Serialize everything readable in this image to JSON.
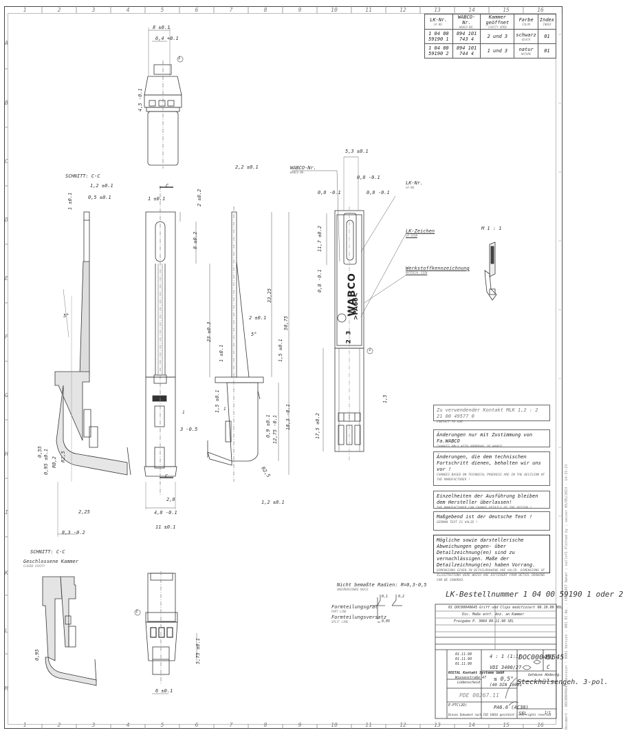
{
  "frame": {
    "columns": [
      "1",
      "2",
      "3",
      "4",
      "5",
      "6",
      "7",
      "8",
      "9",
      "10",
      "11",
      "12",
      "13",
      "14",
      "15",
      "16"
    ],
    "rows": [
      "A",
      "B",
      "C",
      "D",
      "E",
      "F",
      "G",
      "H",
      "I",
      "K",
      "L",
      "M"
    ]
  },
  "variant_table": {
    "headers": [
      {
        "label": "LK-Nr.",
        "sub": "LK-NO."
      },
      {
        "label": "WABCO-Nr.",
        "sub": "WABCO-NO."
      },
      {
        "label": "Kammer geöffnet",
        "sub": "CAVITY OPEN"
      },
      {
        "label": "Farbe",
        "sub": "COLOR"
      },
      {
        "label": "Index",
        "sub": "INDEX"
      }
    ],
    "rows": [
      {
        "lk": "1 04 00 59190 1",
        "wabco": "894 101 743 4",
        "kammer": "2 und 3",
        "farbe": "schwarz",
        "farbe_sub": "BLACK",
        "index": "01"
      },
      {
        "lk": "1 04 00 59190 2",
        "wabco": "894 101 744 4",
        "kammer": "1 und 3",
        "farbe": "natur",
        "farbe_sub": "NATURE",
        "index": "01"
      }
    ]
  },
  "views": {
    "top_view": {
      "dims": [
        "8 ±0.1",
        "6,4 +0.1",
        "4,5 -0.1"
      ],
      "balloon": "1"
    },
    "section_cc": {
      "title": "SCHNITT: C-C",
      "dims": [
        "1,2 ±0.1",
        "0,5 ±0.1",
        "1 ±0.1",
        "5°",
        "0,55",
        "0,95 ±0.1",
        "R0,2",
        "R2,5",
        "2,25",
        "8,3 -0.2"
      ]
    },
    "front_view": {
      "dims": [
        "1 ±0.1",
        "2 ±0.2",
        "8 ±0.2",
        "23 ±0.3",
        "3 -0.5",
        "2,8",
        "4,8 -0.1",
        "11 ±0.1"
      ],
      "section_mark": "C",
      "balloon": "1"
    },
    "side_view": {
      "dims": [
        "2,2 ±0.1",
        "33,25",
        "50,75",
        "2 ±0.1",
        "5°",
        "1 ±0.1",
        "1,5 ±0.1",
        "1,5 ±0.1",
        "0,9 ±0.1",
        "12,75 -0.1",
        "18,3 -0.1",
        "R2,5",
        "1,2 ±0.1"
      ],
      "balloon": "1"
    },
    "rear_view": {
      "dims": [
        "5,3 ±0.1",
        "0,8 -0.1",
        "0,8 -0.1",
        "0,8 -0.1",
        "11,7 ±0.2",
        "0,8 -0.1",
        "17,5 ±0.2",
        "1,5"
      ],
      "labels": [
        {
          "text": "WABCO-Nr.",
          "sub": "WABCO-NO."
        },
        {
          "text": "LK-Nr.",
          "sub": "LK-NO."
        },
        {
          "text": "LK-Zeichen",
          "sub": "LK-SIGN"
        },
        {
          "text": "Werkstoffkennzeichnung",
          "sub": "MATERIAL SIGN"
        }
      ],
      "marking_brand": "WABCO",
      "marking_material": ">PA66<",
      "marking_numbers": "2  3",
      "balloon": "1"
    },
    "iso_view": {
      "scale": "M 1 : 1"
    },
    "section_closed": {
      "title": "SCHNITT: C-C",
      "subtitle": "Geschlossene Kammer",
      "subtitle_en": "CLOSED CAVITY",
      "dims": [
        "0,95"
      ]
    },
    "bottom_view": {
      "dims": [
        "5,75 ±0.1",
        "6 ±0.1"
      ],
      "balloon": "1"
    }
  },
  "legend": {
    "radii": "Nicht bemaßte Radien: R=0,3-0,5",
    "radii_en": "UNDIMENSIONED RADII",
    "part_line": "Formteilungsgrat",
    "part_line_en": "PART LINE",
    "split_line": "Formteilungsversatz",
    "split_line_en": "SPLIT LINE",
    "symbol_values": [
      "0,1",
      "0,2",
      "0,05"
    ]
  },
  "notes": [
    {
      "main": "Zu verwendender Kontakt MLK 1,2 :  2 21 00 49577 0",
      "sub": "CONTACT TO USE"
    },
    {
      "main": "Änderungen nur mit Zustimmung von Fa.WABCO",
      "sub": "CHANGES ONLY WITH APPROVAL OF WABCO"
    },
    {
      "main": "Änderungen, die dem technischen Fortschritt dienen, behalten wir uns vor !",
      "sub": "CHANGES BASED ON TECHNICAL PROGRESS ARE IN THE DECISION OF THE MANUFACTURER !"
    },
    {
      "main": "Einzelheiten der Ausführung bleiben dem Hersteller überlassen!",
      "sub": "THE MANUFACTURER CAN CHANGE DETAILS OF THE DESIGN !"
    },
    {
      "main": "Maßgebend ist der deutsche Text !",
      "sub": "GERMAN TEXT IS VALID !"
    },
    {
      "main": "Mögliche sowie darstellerische Abweichungen gegen- über Detailzeichnung(en) sind zu vernachlässigen. Maße der Detailzeichnung(en) haben Vorrang.",
      "sub": "DIMENSIONS GIVEN IN DETAILDRAWING ARE VALID. DIMENSIONS OF ILLUSTRATIONS HERE WHICH ARE DIFFERENT FROM DETAIL DRAWING CAN BE IGNORED."
    }
  ],
  "order_number": "LK-Bestellnummer 1 04 00 59190 1 oder 2",
  "title_block": {
    "revisions": [
      "01 DOC00049645 Griff und Clips modifiziert 06.10.09 HOL",
      "Div. Maße entf. Anz. an Kammer",
      "Freigabe P. 3864   09.11.98 SEL"
    ],
    "scale": "4 : 1 (1:1)",
    "standard": "VDI 3400/27",
    "tolerance": "≤ 0,5°",
    "tol_standard": "(40 DIN 16901",
    "company": "KOSTAL Kontakt Systeme GmbH",
    "street": "Wiesenstraße 47",
    "city": "Lüdenscheid",
    "project": "PDE 00267.11",
    "document_no": "DOC00049645",
    "index": "01",
    "sheet_format": "C",
    "title_small": "Gehäuse Abdeckg.",
    "title": "Steckhülsengeh. 3-pol.",
    "material": "PA6.6 (AC30)",
    "drawn_by": "SEL",
    "date1": "01.11.98",
    "date2": "01.11.98",
    "date3": "01.11.98",
    "cad": "E-PTC(2D)",
    "sheet": "1/1",
    "copyright": "Dieses Dokument nach ISO 16016 geschützt / All rights reserved"
  },
  "sidebar_text": "Document : DOC00049645   Revision : 0001   Version : 001   EC-No. : C0026867   Owner : kallof1   Plotted by : seiser   05/05/2023 - 14:15:23"
}
